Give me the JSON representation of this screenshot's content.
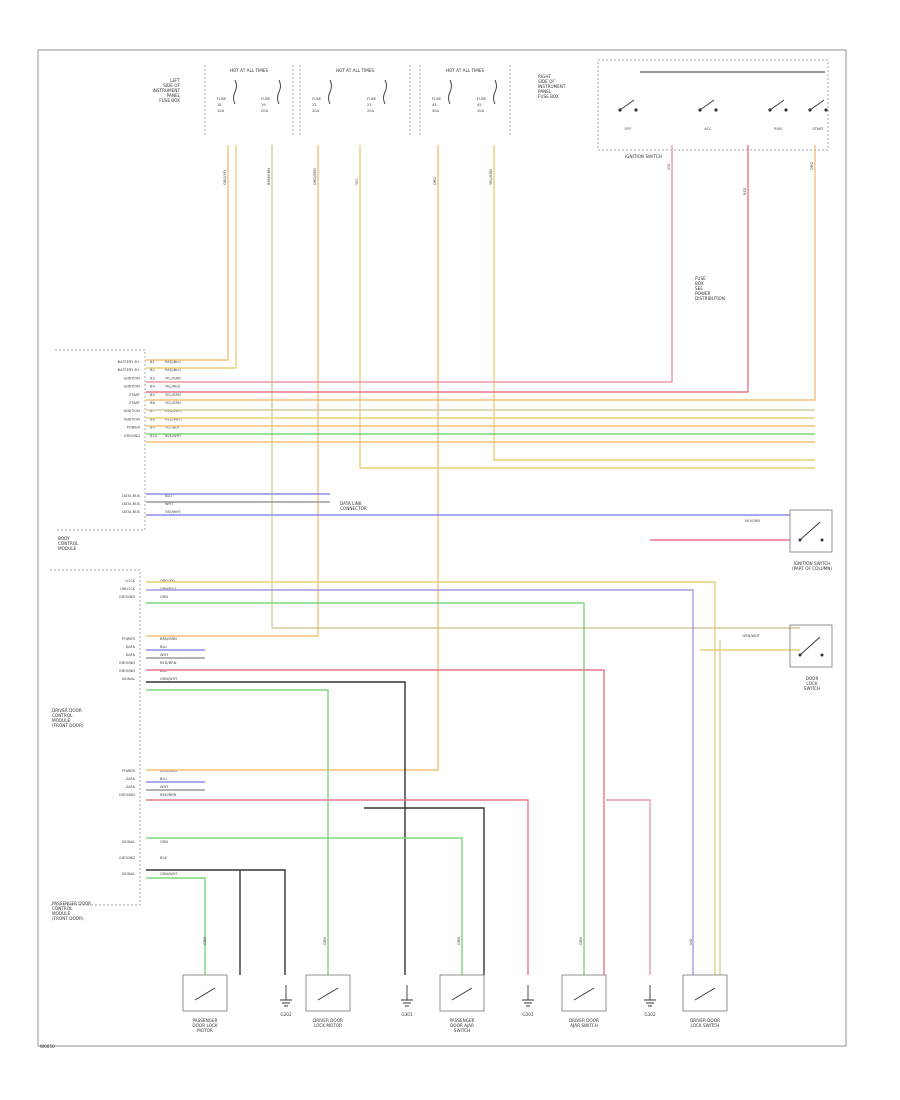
{
  "colors": {
    "orange": "#f0c27a",
    "yellow": "#e6cf7a",
    "red": "#e8768a",
    "pink": "#e79aa8",
    "green": "#7ad67a",
    "blue": "#8c8cf0",
    "violet": "#a59ae6",
    "tan": "#d8c9a0",
    "black": "#333333",
    "gray": "#9a9a9a"
  },
  "figure_code": "W0050",
  "fuse_blocks": [
    {
      "label": "HOT AT ALL TIMES",
      "fuses": [
        "FUSE 18 10A",
        "FUSE 19 20A"
      ]
    },
    {
      "label": "HOT AT ALL TIMES",
      "fuses": [
        "FUSE 22 20A",
        "FUSE 23 20A"
      ]
    },
    {
      "label": "HOT AT ALL TIMES",
      "fuses": [
        "FUSE 44 30A",
        "FUSE 45 20A"
      ]
    }
  ],
  "left_fuse_box_label": [
    "LEFT",
    "SIDE OF",
    "INSTRUMENT",
    "PANEL",
    "FUSE BOX"
  ],
  "right_fuse_box_label": [
    "RIGHT",
    "SIDE OF",
    "INSTRUMENT",
    "PANEL",
    "FUSE BOX"
  ],
  "ignition_switch": {
    "label": "IGNITION SWITCH",
    "positions": [
      "OFF",
      "ACC",
      "RUN",
      "START"
    ]
  },
  "relay_note": [
    "FUSE",
    "BOX",
    "SEE",
    "POWER",
    "DISTRIBUTION"
  ],
  "central_module": {
    "label": [
      "BODY",
      "CONTROL",
      "MODULE"
    ],
    "pins": [
      "BATTERY B+",
      "BATTERY B+",
      "IGNITION",
      "IGNITION",
      "START",
      "START",
      "IGNITION",
      "IGNITION",
      "POWER",
      "GROUND"
    ],
    "pin_nums": [
      "B1",
      "B2",
      "B3",
      "B4",
      "B5",
      "B6",
      "B7",
      "B8",
      "B9",
      "B10"
    ],
    "wire_codes": [
      "RED/BLU",
      "RED/BLU",
      "YEL/GRN",
      "YEL/RED",
      "YEL/GRN",
      "YEL/GRN",
      "RED/WHT",
      "RED/WHT",
      "YEL/BLK",
      "BLK/WHT"
    ],
    "data_pins": [
      "DATA BUS",
      "DATA BUS",
      "DATA BUS"
    ],
    "data_codes": [
      "BLU",
      "WHT",
      "VIO/WHT"
    ],
    "network_note": [
      "DATA LINK",
      "CONNECTOR"
    ]
  },
  "door_modules": [
    {
      "label": [
        "DRIVER DOOR",
        "CONTROL",
        "MODULE",
        "(FRONT DOOR)"
      ],
      "pins": [
        "LOCK",
        "UNLOCK",
        "GROUND"
      ],
      "codes": [
        "ORG/YEL",
        "GRN/BLU",
        "GRN"
      ],
      "pins2": [
        "POWER",
        "DATA",
        "DATA",
        "GROUND",
        "GROUND",
        "SIGNAL"
      ],
      "codes2": [
        "BRN/GRN",
        "BLU",
        "WHT",
        "RED/BRN",
        "BLK",
        "GRN/WHT"
      ]
    },
    {
      "label": [
        "PASSENGER DOOR",
        "CONTROL",
        "MODULE",
        "(FRONT DOOR)"
      ],
      "pins": [
        "POWER",
        "DATA",
        "DATA",
        "GROUND"
      ],
      "codes": [
        "BRN/GRN",
        "BLU",
        "WHT",
        "RED/BRN"
      ],
      "pins2": [
        "SIGNAL",
        "GROUND",
        "SIGNAL"
      ],
      "codes2": [
        "GRN",
        "BLK",
        "GRN/WHT"
      ]
    }
  ],
  "switches_right": [
    {
      "label": [
        "IGNITION SWITCH",
        "(PART OF COLUMN)"
      ],
      "code": "VIO/GRN"
    },
    {
      "label": [
        "DOOR",
        "LOCK",
        "SWITCH"
      ],
      "code": "GRN/WHT"
    }
  ],
  "bottom_components": [
    {
      "label": [
        "PASSENGER",
        "DOOR LOCK",
        "MOTOR"
      ]
    },
    {
      "label": [
        "G202"
      ]
    },
    {
      "label": [
        "DRIVER DOOR",
        "LOCK MOTOR"
      ]
    },
    {
      "label": [
        "G301"
      ]
    },
    {
      "label": [
        "PASSENGER",
        "DOOR AJAR",
        "SWITCH"
      ]
    },
    {
      "label": [
        "G201"
      ]
    },
    {
      "label": [
        "DRIVER DOOR",
        "AJAR SWITCH"
      ]
    },
    {
      "label": [
        "G302"
      ]
    },
    {
      "label": [
        "DRIVER DOOR",
        "LOCK SWITCH"
      ]
    }
  ]
}
